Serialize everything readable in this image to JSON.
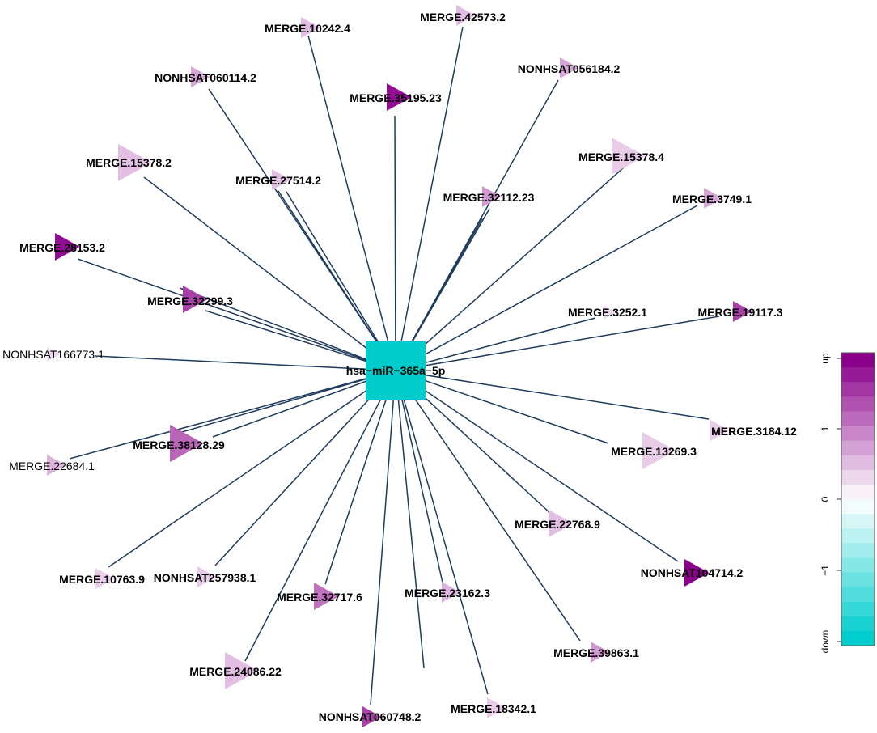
{
  "colors": {
    "edge": "#1f3b5c",
    "hub": "#00cccc",
    "up": "#8b008b",
    "down": "#00cdcd"
  },
  "hub": {
    "label": "hsa−miR−365a−5p"
  },
  "nodes": [
    {
      "id": "MERGE.10242.4",
      "label": "MERGE.10242.4",
      "level": 0.25,
      "size": "s",
      "bold": true
    },
    {
      "id": "MERGE.42573.2",
      "label": "MERGE.42573.2",
      "level": 0.25,
      "size": "s",
      "bold": true
    },
    {
      "id": "NONHSAT060114.2",
      "label": "NONHSAT060114.2",
      "level": 0.35,
      "size": "s",
      "bold": true
    },
    {
      "id": "NONHSAT056184.2",
      "label": "NONHSAT056184.2",
      "level": 0.35,
      "size": "s",
      "bold": true
    },
    {
      "id": "MERGE.35195.23",
      "label": "MERGE.35195.23",
      "level": 0.95,
      "size": "m",
      "bold": true
    },
    {
      "id": "MERGE.15378.2",
      "label": "MERGE.15378.2",
      "level": 0.25,
      "size": "l",
      "bold": true
    },
    {
      "id": "MERGE.27514.2",
      "label": "MERGE.27514.2",
      "level": 0.25,
      "size": "s",
      "bold": true
    },
    {
      "id": "MERGE.15378.4",
      "label": "MERGE.15378.4",
      "level": 0.2,
      "size": "l",
      "bold": true
    },
    {
      "id": "MERGE.32112.23",
      "label": "MERGE.32112.23",
      "level": 0.4,
      "size": "s",
      "bold": true
    },
    {
      "id": "MERGE.3749.1",
      "label": "MERGE.3749.1",
      "level": 0.35,
      "size": "s",
      "bold": true
    },
    {
      "id": "MERGE.28153.2",
      "label": "MERGE.28153.2",
      "level": 0.95,
      "size": "m",
      "bold": true
    },
    {
      "id": "MERGE.32299.3",
      "label": "MERGE.32299.3",
      "level": 0.75,
      "size": "m",
      "bold": true
    },
    {
      "id": "MERGE.3252.1",
      "label": "MERGE.3252.1",
      "level": 0.15,
      "size": "xs",
      "bold": true
    },
    {
      "id": "MERGE.19117.3",
      "label": "MERGE.19117.3",
      "level": 0.75,
      "size": "s",
      "bold": true
    },
    {
      "id": "NONHSAT166773.1",
      "label": "NONHSAT166773.1",
      "level": 0.15,
      "size": "xs",
      "bold": false
    },
    {
      "id": "MERGE.38128.29",
      "label": "MERGE.38128.29",
      "level": 0.6,
      "size": "l",
      "bold": true
    },
    {
      "id": "MERGE.22684.1",
      "label": "MERGE.22684.1",
      "level": 0.3,
      "size": "s",
      "bold": false
    },
    {
      "id": "MERGE.3184.12",
      "label": "MERGE.3184.12",
      "level": 0.2,
      "size": "s",
      "bold": true
    },
    {
      "id": "MERGE.13269.3",
      "label": "MERGE.13269.3",
      "level": 0.2,
      "size": "l",
      "bold": true
    },
    {
      "id": "MERGE.22768.9",
      "label": "MERGE.22768.9",
      "level": 0.25,
      "size": "m",
      "bold": true
    },
    {
      "id": "MERGE.10763.9",
      "label": "MERGE.10763.9",
      "level": 0.2,
      "size": "s",
      "bold": true
    },
    {
      "id": "NONHSAT257938.1",
      "label": "NONHSAT257938.1",
      "level": 0.2,
      "size": "s",
      "bold": true
    },
    {
      "id": "MERGE.32717.6",
      "label": "MERGE.32717.6",
      "level": 0.55,
      "size": "m",
      "bold": true
    },
    {
      "id": "MERGE.23162.3",
      "label": "MERGE.23162.3",
      "level": 0.3,
      "size": "s",
      "bold": true
    },
    {
      "id": "NONHSAT104714.2",
      "label": "NONHSAT104714.2",
      "level": 1.0,
      "size": "m",
      "bold": true
    },
    {
      "id": "MERGE.39863.1",
      "label": "MERGE.39863.1",
      "level": 0.4,
      "size": "s",
      "bold": true
    },
    {
      "id": "MERGE.24086.22",
      "label": "MERGE.24086.22",
      "level": 0.25,
      "size": "l",
      "bold": true
    },
    {
      "id": "NONHSAT060748.2",
      "label": "NONHSAT060748.2",
      "level": 0.75,
      "size": "s",
      "bold": true
    },
    {
      "id": "MERGE.18342.1",
      "label": "MERGE.18342.1",
      "level": 0.2,
      "size": "s",
      "bold": true
    }
  ],
  "legend": {
    "labels": [
      "up",
      "1",
      "0",
      "−1",
      "down"
    ],
    "steps": 20
  }
}
